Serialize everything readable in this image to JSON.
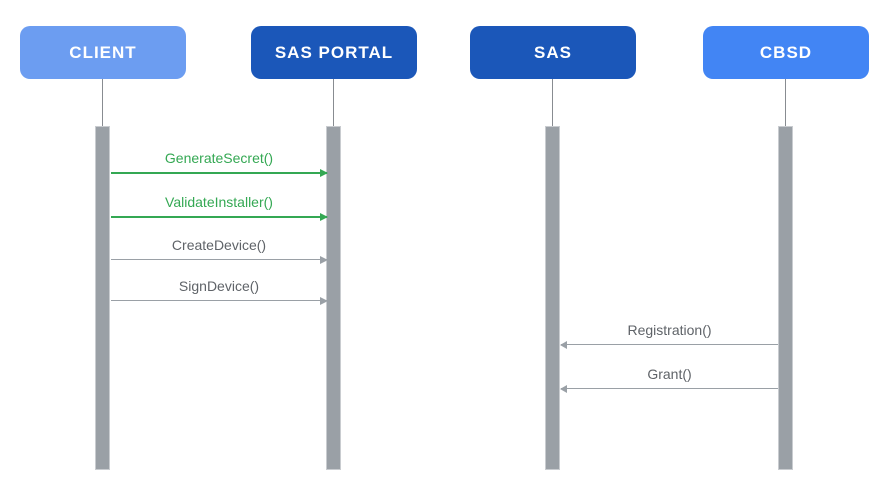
{
  "diagram": {
    "type": "sequence-diagram",
    "actors": [
      {
        "id": "client",
        "label": "CLIENT",
        "color": "#6C9DF1"
      },
      {
        "id": "sas-portal",
        "label": "SAS PORTAL",
        "color": "#1B57B9"
      },
      {
        "id": "sas",
        "label": "SAS",
        "color": "#1B57B9"
      },
      {
        "id": "cbsd",
        "label": "CBSD",
        "color": "#4285F4"
      }
    ],
    "messages": [
      {
        "label": "GenerateSecret()",
        "from": "CLIENT",
        "to": "SAS PORTAL",
        "direction": "right",
        "text_color": "#34A853",
        "line_color": "#34A853",
        "emphasis": true
      },
      {
        "label": "ValidateInstaller()",
        "from": "CLIENT",
        "to": "SAS PORTAL",
        "direction": "right",
        "text_color": "#34A853",
        "line_color": "#34A853",
        "emphasis": true
      },
      {
        "label": "CreateDevice()",
        "from": "CLIENT",
        "to": "SAS PORTAL",
        "direction": "right",
        "text_color": "#5F6368",
        "line_color": "#9AA0A6",
        "emphasis": false
      },
      {
        "label": "SignDevice()",
        "from": "CLIENT",
        "to": "SAS PORTAL",
        "direction": "right",
        "text_color": "#5F6368",
        "line_color": "#9AA0A6",
        "emphasis": false
      },
      {
        "label": "Registration()",
        "from": "CBSD",
        "to": "SAS",
        "direction": "left",
        "text_color": "#5F6368",
        "line_color": "#9AA0A6",
        "emphasis": false
      },
      {
        "label": "Grant()",
        "from": "CBSD",
        "to": "SAS",
        "direction": "left",
        "text_color": "#5F6368",
        "line_color": "#9AA0A6",
        "emphasis": false
      }
    ],
    "colors": {
      "background": "#FFFFFF",
      "lifeline": "#888C91",
      "activation_bar": "#9AA0A6",
      "green_accent": "#34A853",
      "gray_text": "#5F6368",
      "dark_blue": "#1B57B9",
      "light_blue": "#6C9DF1",
      "medium_blue": "#4285F4"
    }
  }
}
